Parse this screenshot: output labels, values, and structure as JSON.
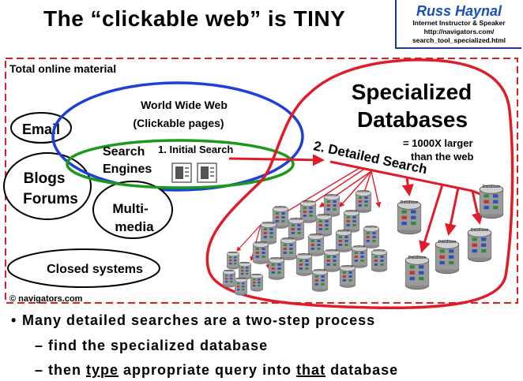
{
  "title": "The “clickable web” is TINY",
  "author": {
    "name": "Russ Haynal",
    "role": "Internet Instructor & Speaker",
    "url_line1": "http://navigators.com/",
    "url_line2": "search_tool_specialized.html"
  },
  "diagram": {
    "frame_label": "Total online material",
    "www_label_line1": "World Wide Web",
    "www_label_line2": "(Clickable pages)",
    "search_engines_line1": "Search",
    "search_engines_line2": "Engines",
    "initial_search": "1. Initial Search",
    "email": "Email",
    "blogs_line1": "Blogs",
    "blogs_line2": "Forums",
    "multimedia_line1": "Multi-",
    "multimedia_line2": "media",
    "closed_systems": "Closed systems",
    "specialized_line1": "Specialized",
    "specialized_line2": "Databases",
    "larger_line1": "= 1000X larger",
    "larger_line2": "than the web",
    "detailed_search": "2. Detailed  Search",
    "database_label": "Database",
    "copyright": "© navigators.com"
  },
  "bullets": {
    "main": "Many detailed searches are a two-step process",
    "sub1": "– find the specialized database",
    "sub2_prefix": "– then ",
    "sub2_type": "type",
    "sub2_mid": " appropriate query into ",
    "sub2_that": "that",
    "sub2_suffix": " database"
  },
  "colors": {
    "frame": "#e02020",
    "www_ellipse": "#1f3fd6",
    "search_ellipse": "#1a9a1a",
    "arrow": "#e01c2a",
    "author": "#1a4fc0"
  }
}
